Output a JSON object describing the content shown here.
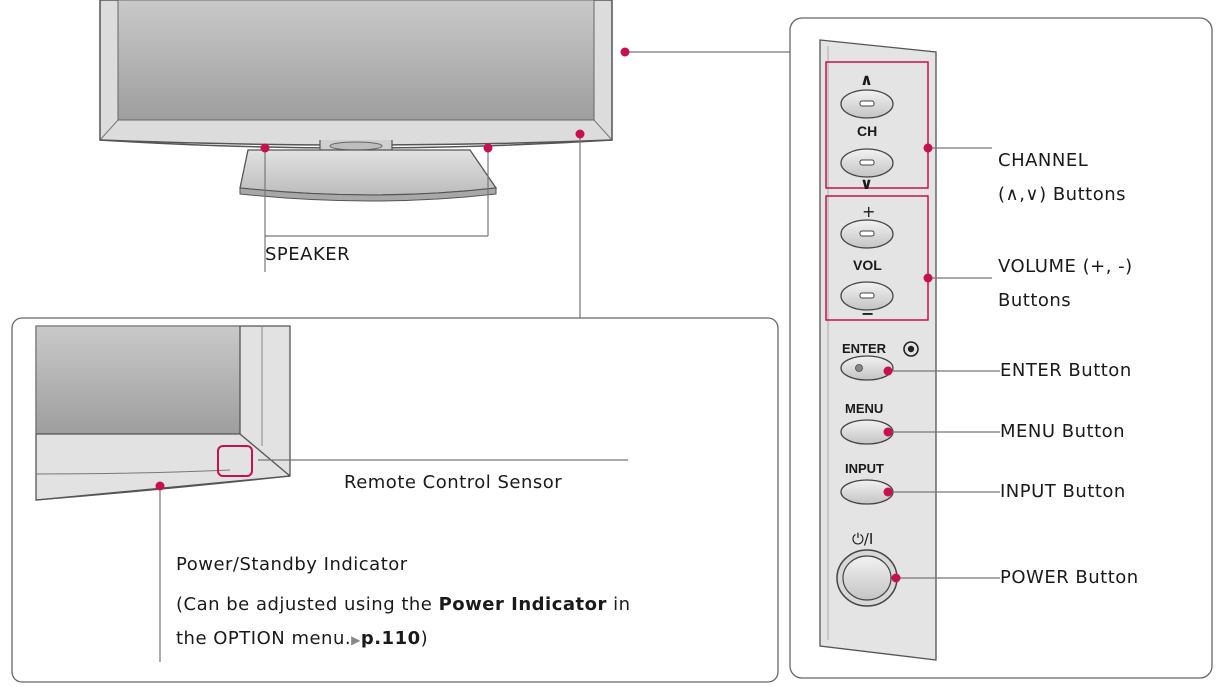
{
  "labels": {
    "speaker": "SPEAKER",
    "remote_sensor": "Remote Control Sensor",
    "power_indicator_title": "Power/Standby Indicator",
    "note_line1_prefix": "(Can be adjusted using the ",
    "note_line1_bold": "Power Indicator",
    "note_line1_suffix": " in",
    "note_line2_prefix": "the OPTION menu.",
    "note_line2_arrow": "▶",
    "note_line2_page": "p.110",
    "note_line2_suffix": ")",
    "channel_line1": "CHANNEL",
    "channel_line2": "(∧,∨) Buttons",
    "volume_line1": "VOLUME (+, -)",
    "volume_line2": "Buttons",
    "enter": "ENTER Button",
    "menu": "MENU Button",
    "input": "INPUT Button",
    "power": "POWER Button"
  },
  "panel": {
    "ch_up": "∧",
    "ch": "CH",
    "ch_down": "∨",
    "vol_plus": "+",
    "vol": "VOL",
    "vol_minus": "−",
    "enter": "ENTER",
    "menu": "MENU",
    "input": "INPUT",
    "power": "⏻/I"
  },
  "colors": {
    "callout": "#c8104e",
    "outline": "#555555",
    "bezel": "#d4d4d4",
    "screen": "#b8b8b8"
  }
}
